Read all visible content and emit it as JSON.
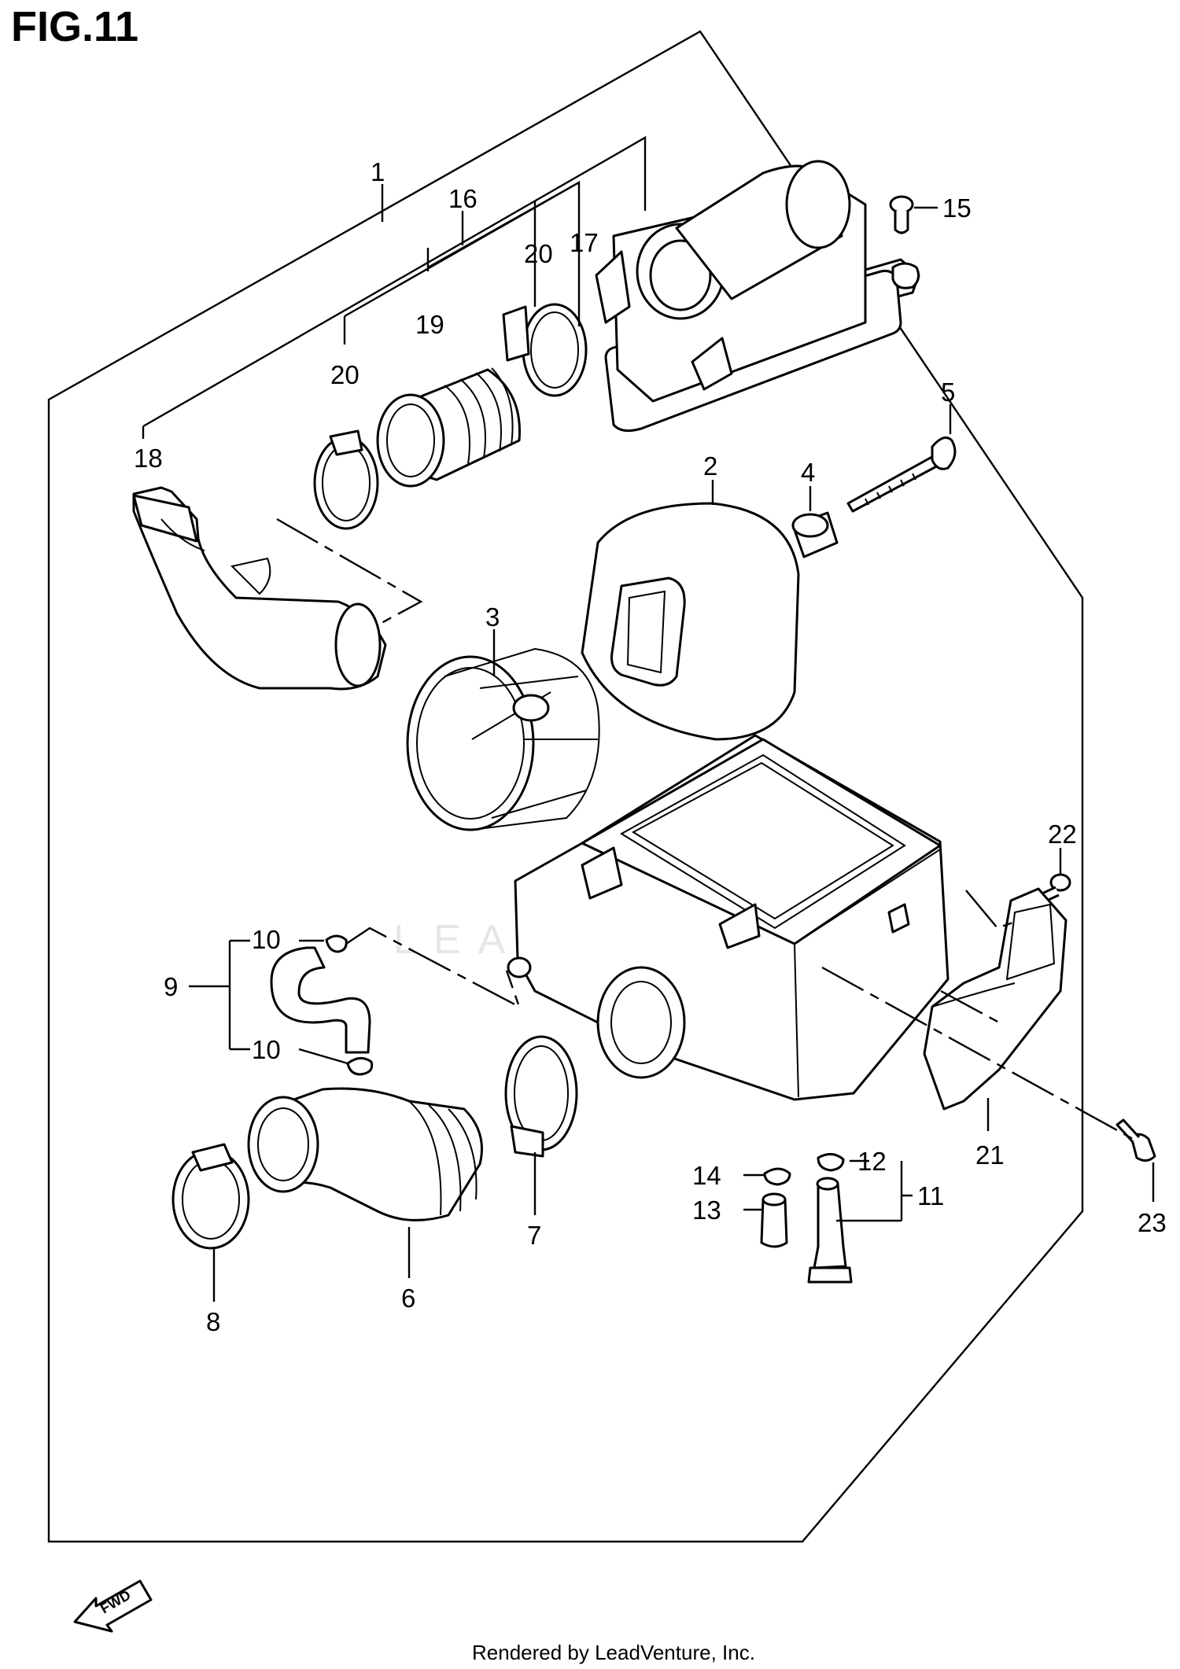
{
  "figure": {
    "title": "FIG.11",
    "footer": "Rendered by LeadVenture, Inc.",
    "watermark": "LEADVENTURE",
    "direction_label": "FWD"
  },
  "callouts": [
    {
      "id": "1",
      "label": "1"
    },
    {
      "id": "2",
      "label": "2"
    },
    {
      "id": "3",
      "label": "3"
    },
    {
      "id": "4",
      "label": "4"
    },
    {
      "id": "5",
      "label": "5"
    },
    {
      "id": "6",
      "label": "6"
    },
    {
      "id": "7",
      "label": "7"
    },
    {
      "id": "8",
      "label": "8"
    },
    {
      "id": "9",
      "label": "9"
    },
    {
      "id": "10a",
      "label": "10"
    },
    {
      "id": "10b",
      "label": "10"
    },
    {
      "id": "11",
      "label": "11"
    },
    {
      "id": "12",
      "label": "12"
    },
    {
      "id": "13",
      "label": "13"
    },
    {
      "id": "14",
      "label": "14"
    },
    {
      "id": "15",
      "label": "15"
    },
    {
      "id": "16",
      "label": "16"
    },
    {
      "id": "17",
      "label": "17"
    },
    {
      "id": "18",
      "label": "18"
    },
    {
      "id": "19",
      "label": "19"
    },
    {
      "id": "20a",
      "label": "20"
    },
    {
      "id": "20b",
      "label": "20"
    },
    {
      "id": "21",
      "label": "21"
    },
    {
      "id": "22",
      "label": "22"
    },
    {
      "id": "23",
      "label": "23"
    }
  ]
}
